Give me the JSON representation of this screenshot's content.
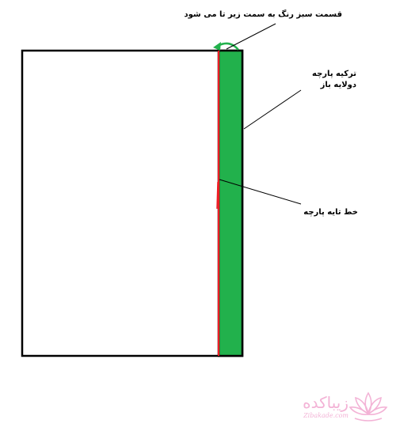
{
  "labels": {
    "top_note": "قسمت سبز رنگ به سمت زیر تا می شود",
    "extension_line1": "ترکیه پارچه",
    "extension_line2": "دولایه باز",
    "fold_line": "خط تایه پارچه"
  },
  "watermark": {
    "text": "زیباکده",
    "subtext": "Zibakade.com"
  },
  "colors": {
    "outline": "#000000",
    "extension_fill": "#22b14c",
    "fold_line": "#ed1c24",
    "arrow": "#22b14c",
    "watermark": "#f3b3d6"
  }
}
